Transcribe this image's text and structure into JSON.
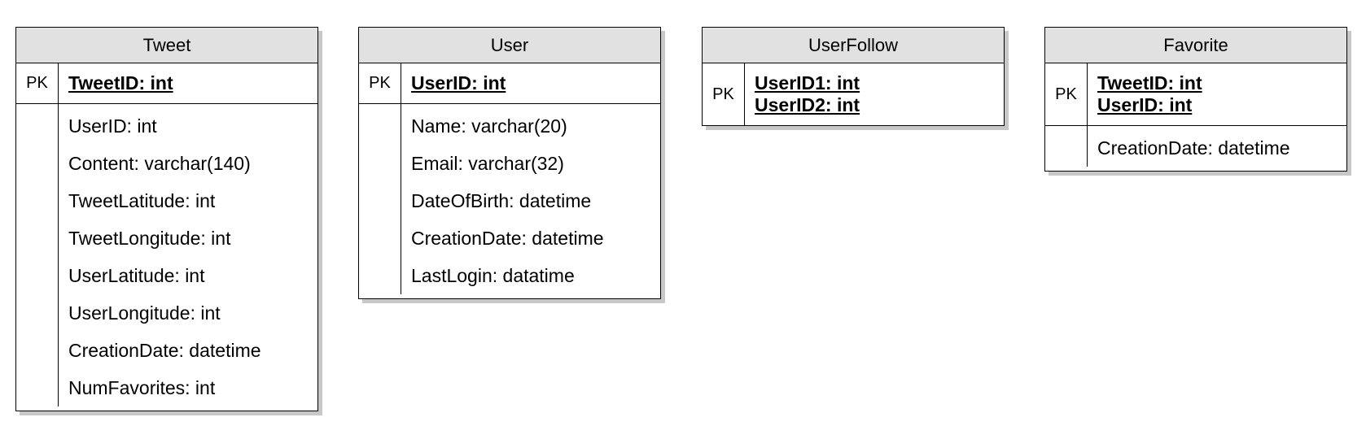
{
  "entities": [
    {
      "name": "Tweet",
      "key_label": "PK",
      "pk_fields": [
        "TweetID: int"
      ],
      "attributes": [
        "UserID: int",
        "Content: varchar(140)",
        "TweetLatitude: int",
        "TweetLongitude: int",
        "UserLatitude: int",
        "UserLongitude: int",
        "CreationDate: datetime",
        "NumFavorites: int"
      ]
    },
    {
      "name": "User",
      "key_label": "PK",
      "pk_fields": [
        "UserID: int"
      ],
      "attributes": [
        "Name: varchar(20)",
        "Email: varchar(32)",
        "DateOfBirth: datetime",
        "CreationDate: datetime",
        "LastLogin: datatime"
      ]
    },
    {
      "name": "UserFollow",
      "key_label": "PK",
      "pk_fields": [
        "UserID1: int",
        "UserID2: int"
      ],
      "attributes": []
    },
    {
      "name": "Favorite",
      "key_label": "PK",
      "pk_fields": [
        "TweetID: int",
        "UserID: int"
      ],
      "attributes": [
        "CreationDate: datetime"
      ]
    }
  ],
  "colors": {
    "header_fill": "#e1e1e1",
    "border": "#000000",
    "shadow": "#c8c8c8"
  }
}
